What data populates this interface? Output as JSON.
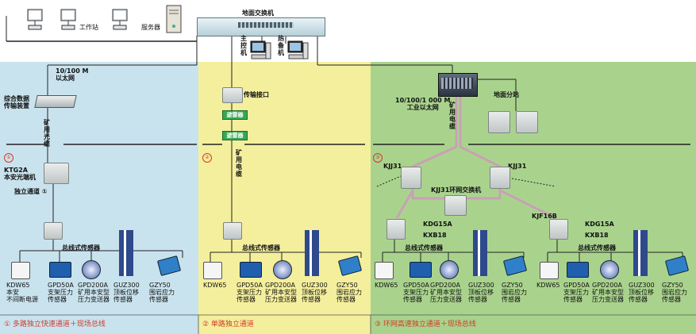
{
  "top": {
    "switch_label": "地面交换机",
    "workstation_label": "工作站",
    "server_label": "服务器",
    "host_label": "主控机",
    "standby_label": "热备机"
  },
  "left": {
    "number": "①",
    "ethernet": "10/100 M\n以太网",
    "data_device": "综合数据\n传输装置",
    "fiber": "矿用光缆",
    "ktg_label": "KTG2A\n本安光端机",
    "channel_label": "独立通道 ①",
    "bus_sensor": "总线式传感器",
    "sensors": [
      {
        "name": "KDW65\n本安\n不间断电源"
      },
      {
        "name": "GPD50A\n支架压力\n传感器"
      },
      {
        "name": "GPD200A\n矿用本安型\n压力变送器"
      },
      {
        "name": "GUZ300\n顶板位移\n传感器"
      },
      {
        "name": "GZY50\n围岩应力\n传感器"
      }
    ],
    "footer": "①  多路独立快速通道＋现场总线"
  },
  "middle": {
    "number": "②",
    "interface": "传输接口",
    "shield_label": "避雷器",
    "cable": "矿用电缆",
    "bus_sensor": "总线式传感器",
    "sensors": [
      {
        "name": "KDW65"
      },
      {
        "name": "GPD50A\n支架压力\n传感器"
      },
      {
        "name": "GPD200A\n矿用本安型\n压力变送器"
      },
      {
        "name": "GUZ300\n顶板位移\n传感器"
      },
      {
        "name": "GZY50\n围岩应力\n传感器"
      }
    ],
    "footer": "②  单路独立通道"
  },
  "right": {
    "number": "③",
    "ethernet": "10/100/1 000 M\n工业以太网",
    "ground_station": "地面分站",
    "cable": "矿用电缆",
    "kjj31_left": "KJJ31",
    "kjj31_right": "KJJ31",
    "ring_switch": "KJJ31环网交换机",
    "kdg_left": "KDG15A",
    "kxb_left": "KXB18",
    "kjf": "KJF16B",
    "kdg_right": "KDG15A",
    "kxb_right": "KXB18",
    "bus_sensor_left": "总线式传感器",
    "bus_sensor_right": "总线式传感器",
    "sensors_left": [
      {
        "name": "KDW65"
      },
      {
        "name": "GPD50A\n支架压力\n传感器"
      },
      {
        "name": "GPD200A\n矿用本安型\n压力变送器"
      },
      {
        "name": "GUZ300\n顶板位移\n传感器"
      },
      {
        "name": "GZY50\n围岩应力\n传感器"
      }
    ],
    "sensors_right": [
      {
        "name": "KDW65"
      },
      {
        "name": "GPD50A\n支架压力\n传感器"
      },
      {
        "name": "GPD200A\n矿用本安型\n压力变送器"
      },
      {
        "name": "GUZ300\n顶板位移\n传感器"
      },
      {
        "name": "GZY50\n围岩应力\n传感器"
      }
    ],
    "footer": "③  环网高速独立通道＋现场总线"
  },
  "colors": {
    "panel_left": "#c9e3ee",
    "panel_middle": "#f4ef9c",
    "panel_right": "#a9d38d",
    "accent_red": "#d23a2a",
    "shield_green": "#35a853"
  }
}
